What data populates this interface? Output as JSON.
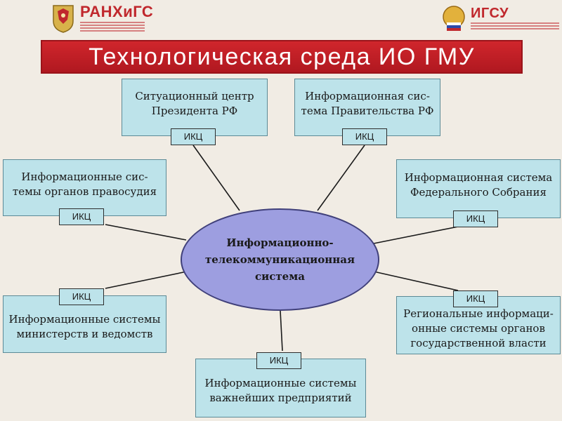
{
  "header": {
    "left_logo": {
      "name": "РАНХиГС"
    },
    "right_logo": {
      "name": "ИГСУ"
    },
    "title": "Технологическая среда ИО ГМУ"
  },
  "diagram": {
    "hub": {
      "label": "Информационно-\nтелекоммуникационная\nсистема"
    },
    "tag_label": "ИКЦ",
    "nodes": [
      {
        "id": "president",
        "label": "Ситуационный центр\nПрезидента РФ"
      },
      {
        "id": "government",
        "label": "Информационная сис-\nтема Правительства РФ"
      },
      {
        "id": "justice",
        "label": "Информационные сис-\nтемы органов правосудия"
      },
      {
        "id": "federal-assembly",
        "label": "Информационная система\nФедерального Собрания"
      },
      {
        "id": "ministries",
        "label": "Информационные системы\nминистерств и ведомств"
      },
      {
        "id": "regional",
        "label": "Региональные информаци-\nонные системы органов\nгосударственной власти"
      },
      {
        "id": "enterprises",
        "label": "Информационные системы\nважнейших предприятий"
      }
    ]
  },
  "colors": {
    "background": "#f1ece4",
    "title_bar": "#c51f26",
    "box_fill": "#bde3ea",
    "hub_fill": "#9d9ee0",
    "logo_red": "#c0282d"
  }
}
